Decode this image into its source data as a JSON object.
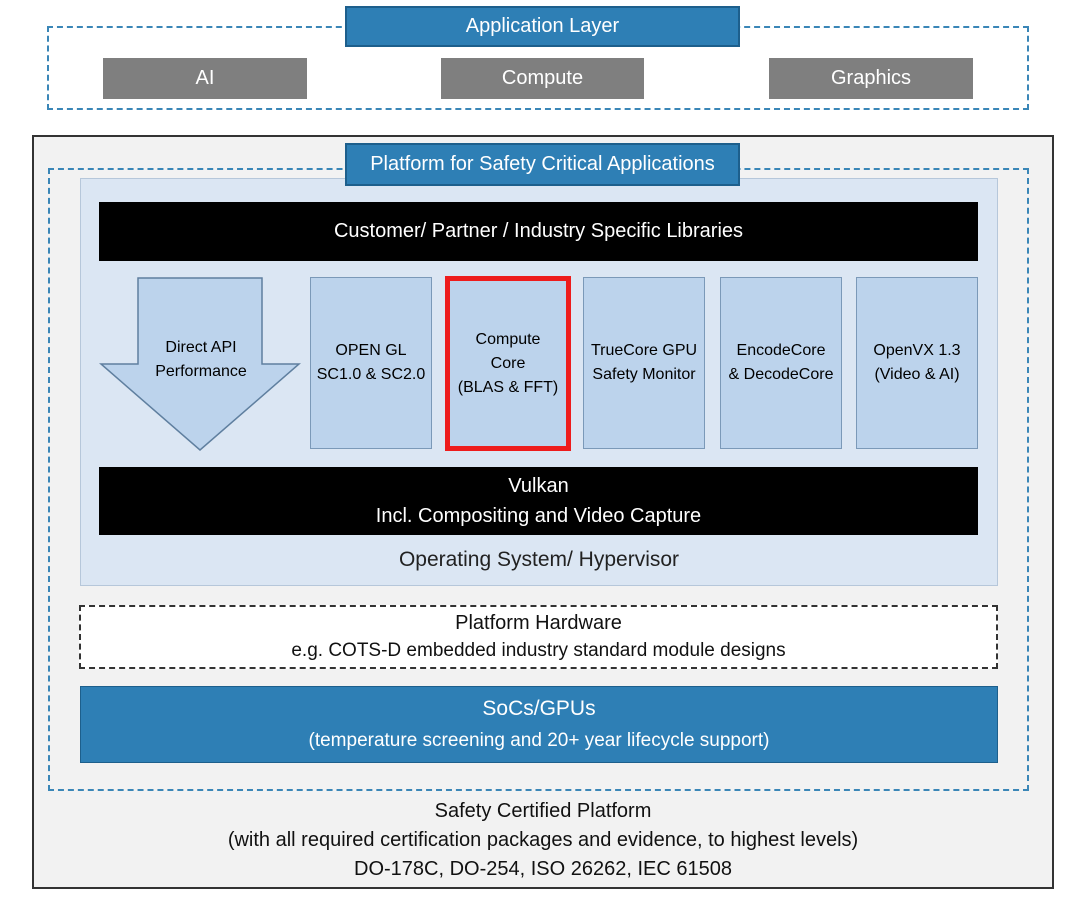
{
  "application_layer": {
    "title": "Application Layer",
    "items": [
      "AI",
      "Compute",
      "Graphics"
    ]
  },
  "platform": {
    "title": "Platform for Safety Critical Applications",
    "libraries": "Customer/ Partner / Industry Specific Libraries",
    "direct_api": [
      "Direct API",
      "Performance"
    ],
    "components": [
      [
        "OPEN GL",
        "SC1.0 & SC2.0"
      ],
      [
        "Compute",
        "Core",
        "(BLAS & FFT)"
      ],
      [
        "TrueCore GPU",
        "Safety Monitor"
      ],
      [
        "EncodeCore",
        "& DecodeCore"
      ],
      [
        "OpenVX 1.3",
        "(Video & AI)"
      ]
    ],
    "vulkan": [
      "Vulkan",
      "Incl. Compositing and Video Capture"
    ],
    "os": "Operating System/ Hypervisor"
  },
  "hardware": {
    "title": "Platform Hardware",
    "subtitle": "e.g. COTS-D embedded industry standard module designs"
  },
  "socs": {
    "title": "SoCs/GPUs",
    "subtitle": "(temperature screening and 20+ year lifecycle support)"
  },
  "certified": {
    "line1": "Safety Certified Platform",
    "line2": "(with all required certification packages and evidence, to highest levels)",
    "line3": "DO-178C, DO-254, ISO 26262, IEC 61508"
  },
  "colors": {
    "accent_blue": "#2e7fb5",
    "highlight_red": "#ee1c1c",
    "component_fill": "#bcd3ec",
    "app_gray": "#7f7f7f"
  }
}
